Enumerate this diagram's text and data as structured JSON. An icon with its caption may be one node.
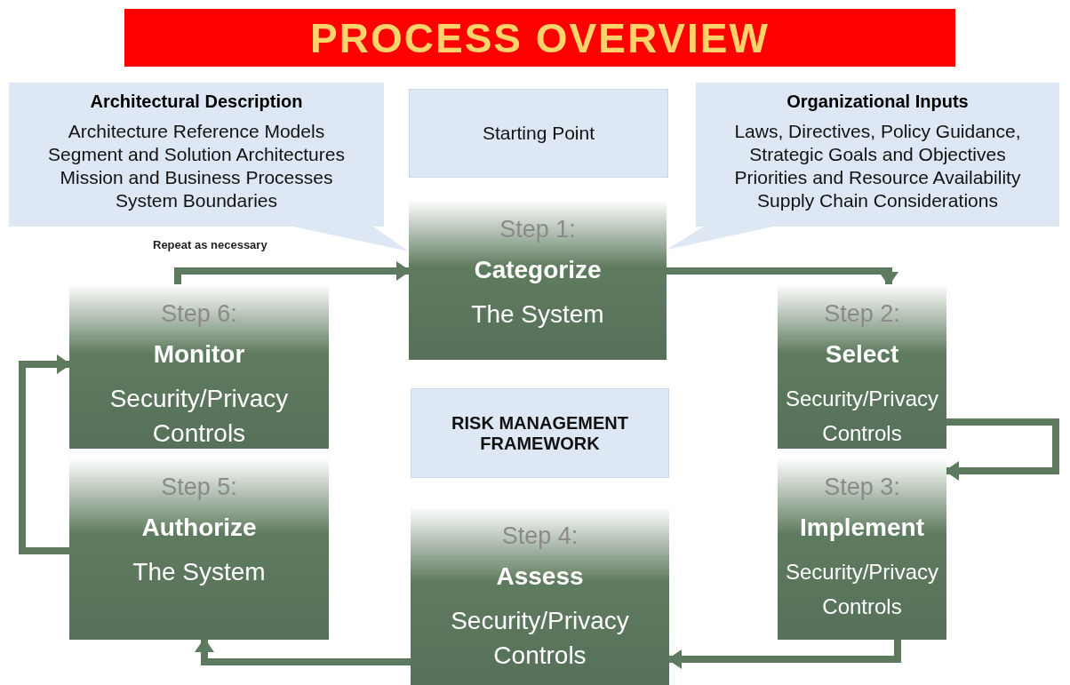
{
  "diagram": {
    "title": "PROCESS OVERVIEW",
    "nodes": [
      {
        "text": [
          "Architectural Description",
          "Architecture Reference Models",
          "Segment and Solution Architectures",
          "Mission and Business Processes",
          "System Boundaries"
        ]
      },
      {
        "text": [
          "Starting Point"
        ]
      },
      {
        "text": [
          "Organizational Inputs",
          "Laws, Directives, Policy Guidance,",
          "Strategic Goals and Objectives",
          "Priorities and Resource Availability",
          "Supply Chain Considerations"
        ]
      },
      {
        "text": [
          "Step 1:",
          "Categorize",
          "The System"
        ]
      },
      {
        "text": [
          "Step 6:",
          "Monitor",
          "Security/Privacy Controls"
        ]
      },
      {
        "text": [
          "Step 2:",
          "Select",
          "Security/Privacy Controls"
        ]
      },
      {
        "text": [
          "RISK MANAGEMENT FRAMEWORK"
        ]
      },
      {
        "text": [
          "Step 3:",
          "Implement",
          "Security/Privacy Controls"
        ]
      },
      {
        "text": [
          "Step 5:",
          "Authorize",
          "The System"
        ]
      },
      {
        "text": [
          "Step 4:",
          "Assess",
          "Security/Privacy Controls"
        ]
      }
    ],
    "edges": [
      {
        "from": 0,
        "to": 3,
        "arrow": "none"
      },
      {
        "from": 2,
        "to": 3,
        "arrow": "none"
      },
      {
        "from": 4,
        "to": 3,
        "arrow": "to"
      },
      {
        "from": 3,
        "to": 5,
        "arrow": "to"
      },
      {
        "from": 5,
        "to": 7,
        "arrow": "to"
      },
      {
        "from": 7,
        "to": 9,
        "arrow": "to"
      },
      {
        "from": 9,
        "to": 8,
        "arrow": "to"
      },
      {
        "from": 8,
        "to": 4,
        "arrow": "to"
      }
    ],
    "labels": [
      "Repeat as necessary"
    ]
  }
}
